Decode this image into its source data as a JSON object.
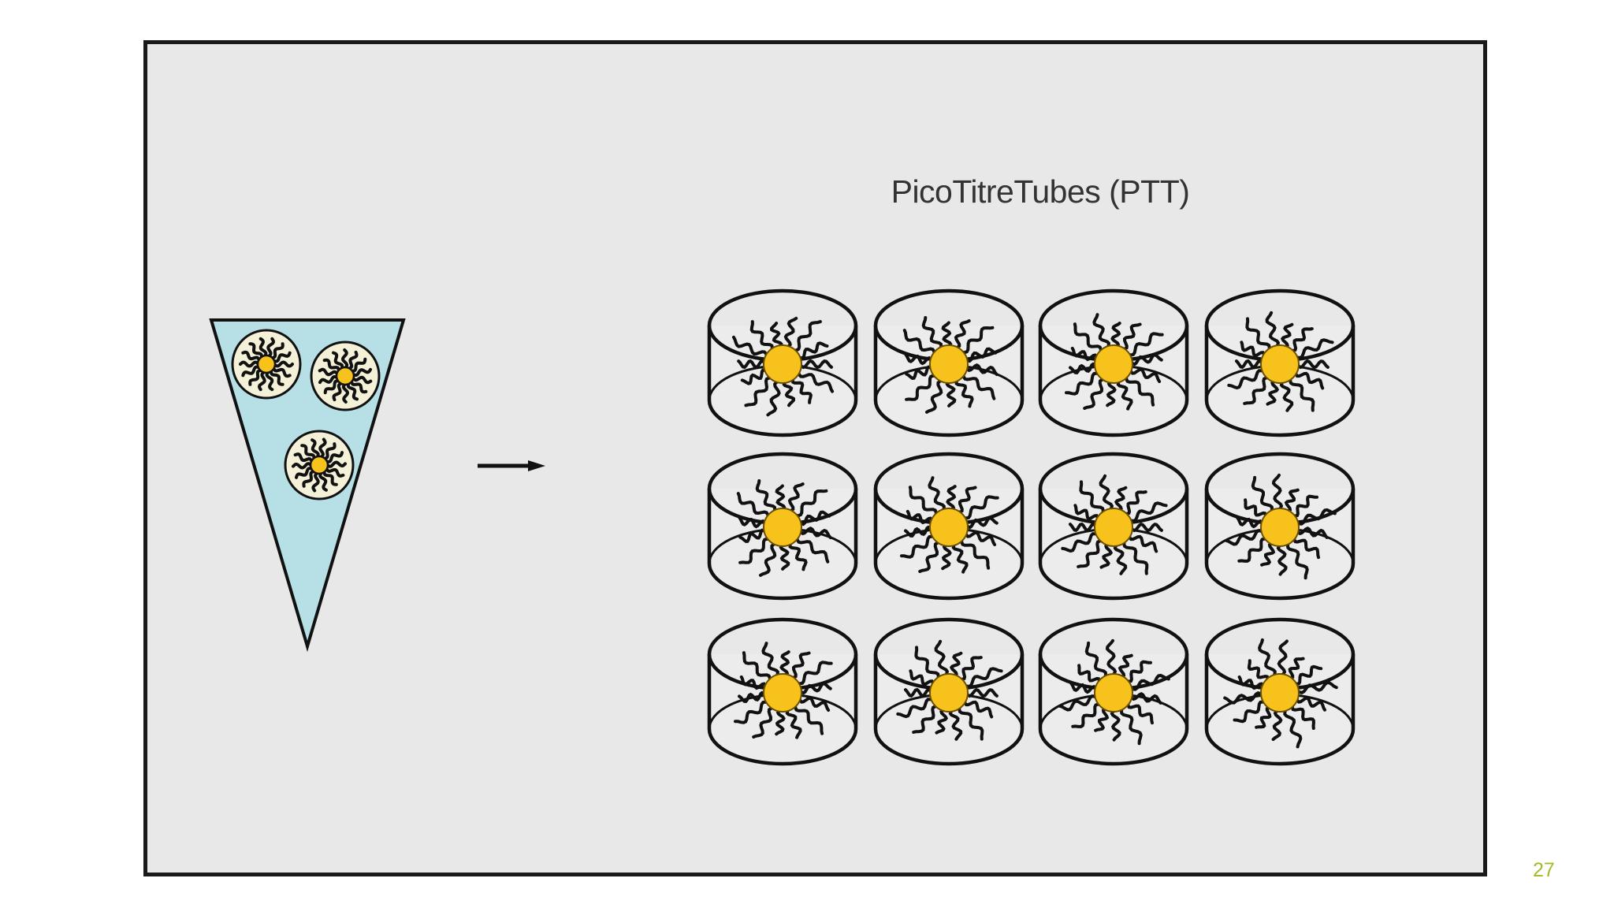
{
  "slide": {
    "number": "27"
  },
  "diagram": {
    "title": "PicoTitreTubes (PTT)",
    "colors": {
      "frame_bg": "#e8e8e8",
      "frame_border": "#1a1a1a",
      "tube_fill": "#b7dfe6",
      "bead_core": "#f6c21b",
      "outline": "#111111",
      "slide_number": "#a4b92c"
    },
    "tube": {
      "bead_count": 3
    },
    "ptt_grid": {
      "rows": 3,
      "cols": 4
    },
    "icons": [
      "reaction-tube-icon",
      "bead-icon",
      "arrow-right-icon",
      "picotitre-well-icon"
    ]
  }
}
